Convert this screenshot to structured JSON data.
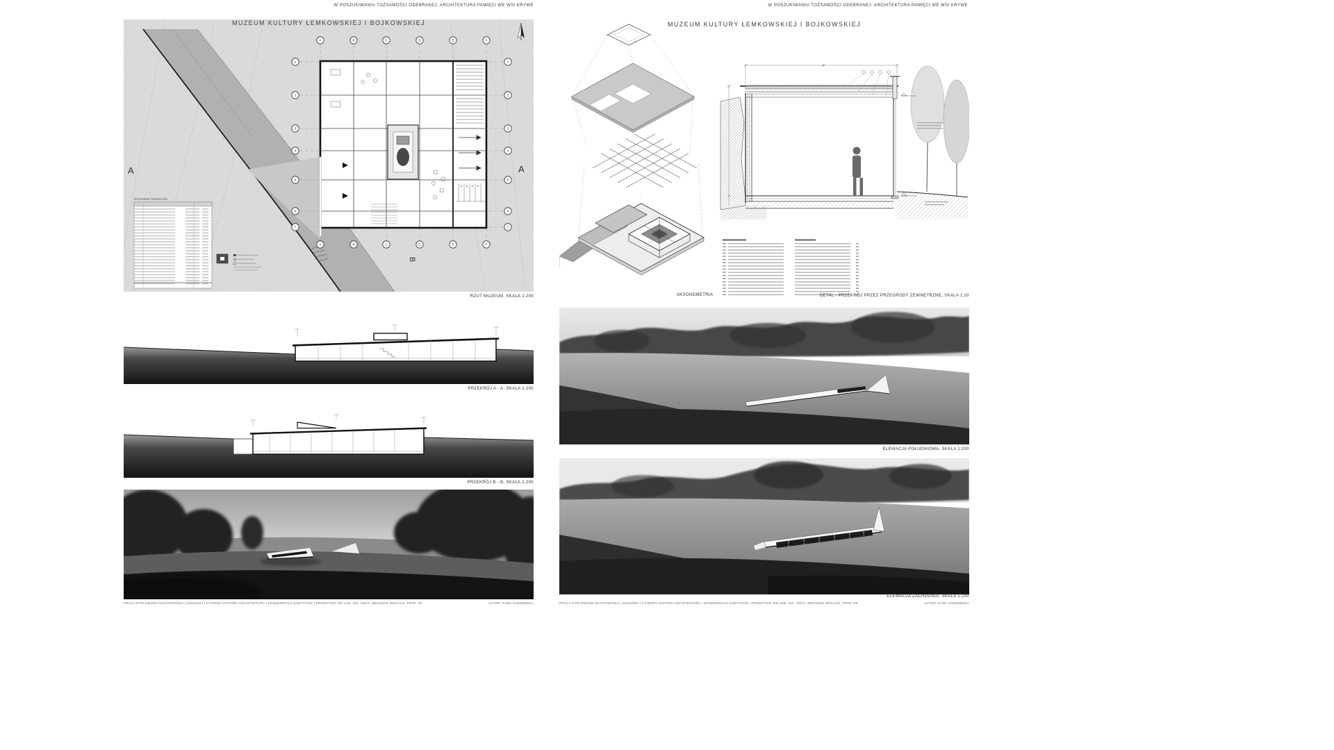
{
  "colors": {
    "paper": "#ffffff",
    "ink": "#1c1c1c",
    "plan_background": "#dadada",
    "river_band": "#b1b1b1",
    "render_dark": "#141414"
  },
  "boards": {
    "left": {
      "header": "W POSZUKIWANIU TOŻSAMOŚCI ODEBRANEJ. ARCHITEKTURA PAMIĘCI WE WSI KRYWE",
      "title": "MUZEUM KULTURY ŁEMKOWSKIEJ I BOJKOWSKIEJ",
      "plan": {
        "caption": "RZUT MUZEUM, SKALA 1:200",
        "grid_cols": [
          "A",
          "B",
          "C",
          "D",
          "E",
          "F"
        ],
        "grid_rows": [
          "1",
          "2",
          "3",
          "4",
          "5",
          "6",
          "7"
        ],
        "marker_left": "A",
        "marker_right": "A",
        "marker_bottom": "B",
        "table_title": "ZESTAWIENIE POWIERZCHNI"
      },
      "section_a": {
        "caption": "PRZEKRÓJ A - A, SKALA 1:200"
      },
      "section_b": {
        "caption": "PRZEKRÓJ B - B, SKALA 1:200"
      },
      "footer": {
        "project": "PRACA DYPLOMOWA MAGISTERSKA | 2023/2024 | KATEDRA HISTORII ARCHITEKTURY I KONSERWACJI ZABYTKÓW | PROMOTOR: DR HAB. INŻ. ARCH. ZBIGNIEW WIKŁACZ, PROF. PK",
        "author": "AUTOR: KAMA ZAREMBSKA"
      }
    },
    "right": {
      "header": "W POSZUKIWANIU TOŻSAMOŚCI ODEBRANEJ. ARCHITEKTURA PAMIĘCI WE WSI KRYWE",
      "title": "MUZEUM KULTURY ŁEMKOWSKIEJ I BOJKOWSKIEJ",
      "axonometry": {
        "caption": "AKSONOMETRIA"
      },
      "detail": {
        "caption": "DETAL - PRZEKRÓJ PRZEZ PRZEGRODY ZEWNĘTRZNE, SKALA 1:20"
      },
      "elevation_south": {
        "caption": "ELEWACJA POŁUDNIOWA, SKALA 1:200"
      },
      "elevation_west": {
        "caption": "ELEWACJA ZACHODNIA, SKALA 1:200"
      },
      "footer": {
        "project": "PRACA DYPLOMOWA MAGISTERSKA | 2023/2024 | KATEDRA HISTORII ARCHITEKTURY I KONSERWACJI ZABYTKÓW | PROMOTOR: DR HAB. INŻ. ARCH. ZBIGNIEW WIKŁACZ, PROF. PK",
        "author": "AUTOR: KAMA ZAREMBSKA"
      }
    }
  }
}
